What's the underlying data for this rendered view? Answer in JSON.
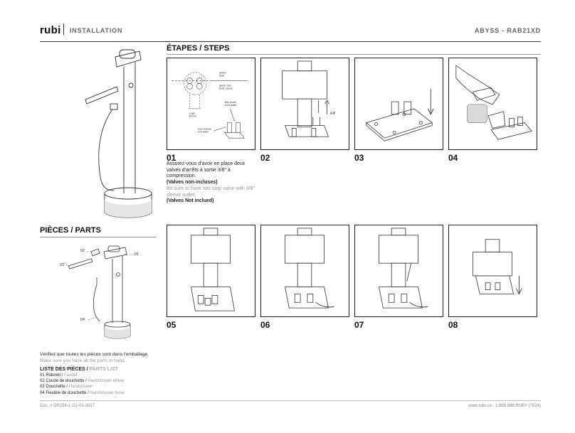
{
  "header": {
    "brand": "rubi",
    "section": "INSTALLATION",
    "model": "ABYSS - RAB21XD"
  },
  "steps": {
    "title": "ÉTAPES / STEPS",
    "numbers": [
      "01",
      "02",
      "03",
      "04",
      "05",
      "06",
      "07",
      "08"
    ],
    "step1": {
      "desc_fr": "Assurez-vous d'avoir en place deux valves d'arrêts à sortie 3/8\" à compression.",
      "note_fr": "(Valves non-incluses)",
      "desc_en": "Be sure to have two stop valve with 3/8\" sleeve outlet.",
      "note_en": "(Valves Not inclued)",
      "diagram": {
        "arriere": "arrière",
        "back": "back",
        "avant": "avant / bec",
        "front": "front / spout",
        "dim_in": "2 5/8\"",
        "dim_mm": "68 mm",
        "cold_fr": "Eau froide",
        "cold_en": "Cold water",
        "hot_fr": "Eau chaude",
        "hot_en": "Hot water"
      }
    },
    "step2_label": "X4"
  },
  "parts": {
    "title": "PIÈCES / PARTS",
    "labels": [
      "01",
      "02",
      "03",
      "04"
    ],
    "verify_fr": "Vérifiez que toutes les pièces sont dans l'emballage.",
    "verify_en": "Make sure you have all the parts in hand.",
    "list_title_fr": "LISTE DES PIÈCES /",
    "list_title_en": "PARTS LIST",
    "items": [
      {
        "num": "01",
        "fr": "Robinet",
        "en": "Faucet"
      },
      {
        "num": "02",
        "fr": "Coude de douchette",
        "en": "Handshower elbow"
      },
      {
        "num": "03",
        "fr": "Douchette",
        "en": "Handshower"
      },
      {
        "num": "04",
        "fr": "Flexible de douchette",
        "en": "Handshower hose"
      }
    ]
  },
  "footer": {
    "doc": "Doc. # DR154-1 /22-03-2017",
    "contact": "www.rubi.ca - 1.888.988.RUBY (7824)"
  }
}
